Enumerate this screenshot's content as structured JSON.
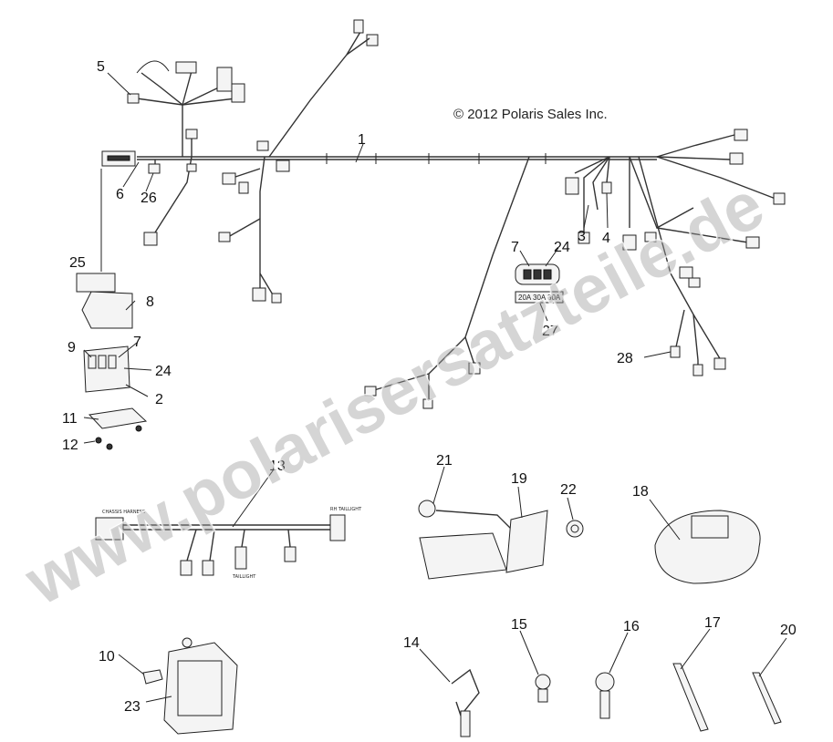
{
  "copyright": "© 2012 Polaris Sales Inc.",
  "watermark": "www.polarisersatzteile.de",
  "callouts": {
    "c1": "1",
    "c2": "2",
    "c3": "3",
    "c4": "4",
    "c5": "5",
    "c6": "6",
    "c7a": "7",
    "c7b": "7",
    "c8": "8",
    "c9": "9",
    "c10": "10",
    "c11": "11",
    "c12": "12",
    "c13": "13",
    "c14": "14",
    "c15": "15",
    "c16": "16",
    "c17": "17",
    "c18": "18",
    "c19": "19",
    "c20": "20",
    "c21": "21",
    "c22": "22",
    "c23": "23",
    "c24a": "24",
    "c24b": "24",
    "c25": "25",
    "c26": "26",
    "c27": "27",
    "c28": "28"
  },
  "fuse_labels": [
    "20A",
    "30A",
    "30A"
  ],
  "harness13_labels": {
    "left_connector": "CHASSIS HARNESS",
    "right_connector": "RH TAILLIGHT",
    "middle_connector": "TAILLIGHT"
  }
}
